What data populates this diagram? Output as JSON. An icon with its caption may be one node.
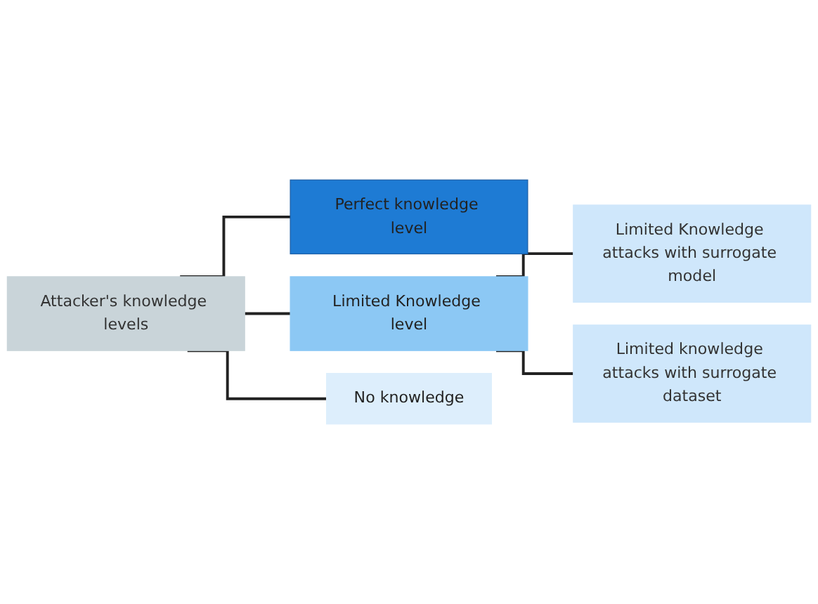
{
  "diagram": {
    "nodes": [
      {
        "text": [
          "Attacker's knowledge levels"
        ]
      },
      {
        "text": [
          "Perfect knowledge level"
        ]
      },
      {
        "text": [
          "Limited Knowledge level"
        ]
      },
      {
        "text": [
          "Limited Knowledge attacks with surrogate model"
        ]
      },
      {
        "text": [
          "Limited knowledge attacks with surrogate dataset"
        ]
      },
      {
        "text": [
          "No knowledge"
        ]
      }
    ],
    "edges": [
      {
        "from": 0,
        "to": 1,
        "arrow": "none"
      },
      {
        "from": 0,
        "to": 2,
        "arrow": "none"
      },
      {
        "from": 0,
        "to": 5,
        "arrow": "none"
      },
      {
        "from": 2,
        "to": 3,
        "arrow": "none"
      },
      {
        "from": 2,
        "to": 4,
        "arrow": "none"
      }
    ]
  }
}
